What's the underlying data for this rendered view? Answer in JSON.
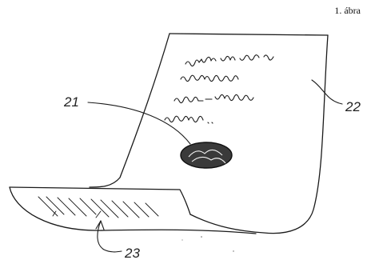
{
  "figure": {
    "title": "1. ábra"
  },
  "labels": {
    "ref_21": "21",
    "ref_22": "22",
    "ref_23": "23"
  },
  "parts": {
    "sheet": "sheet-icon",
    "handwriting": "handwriting-icon",
    "marker": "marker-blob-icon",
    "hatched_area": "hatched-area-icon"
  }
}
